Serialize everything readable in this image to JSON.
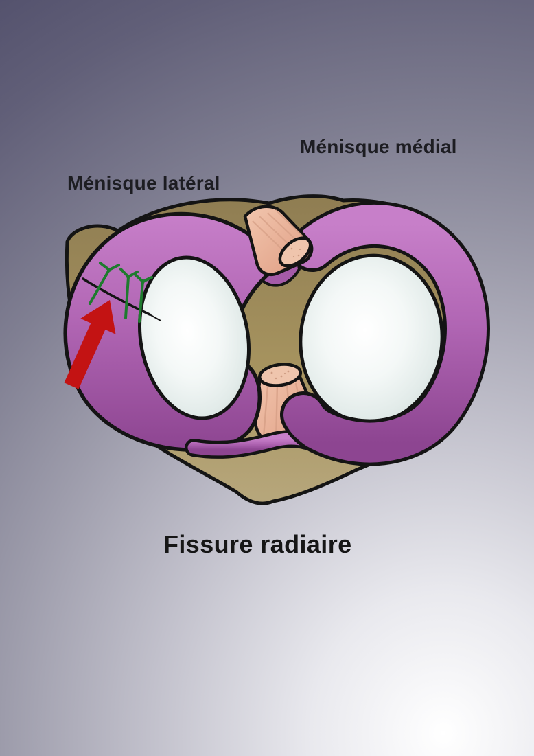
{
  "illustration": {
    "labels": {
      "lateral_meniscus": "Ménisque latéral",
      "medial_meniscus": "Ménisque médial",
      "caption": "Fissure radiaire"
    },
    "markers": {
      "arrow_icon": "red-arrow-pointing-to-fissure",
      "suture_icon": "green-suture-stitches",
      "suture_count": 3,
      "fissure_icon": "black-radial-fissure-line"
    },
    "colors": {
      "background_top_left": "#4b4966",
      "background_bottom_right": "#ffffff",
      "meniscus_purple": "#b166b4",
      "meniscus_purple_light": "#c77fc9",
      "meniscus_purple_dark": "#8d4591",
      "bone_tan": "#a6935f",
      "ligament_pink": "#ecb69e",
      "cartilage_white": "#f4f8f7",
      "suture_green": "#1e7b2e",
      "arrow_red": "#c31313",
      "outline_black": "#141414",
      "label_text": "#1d1d22"
    }
  }
}
